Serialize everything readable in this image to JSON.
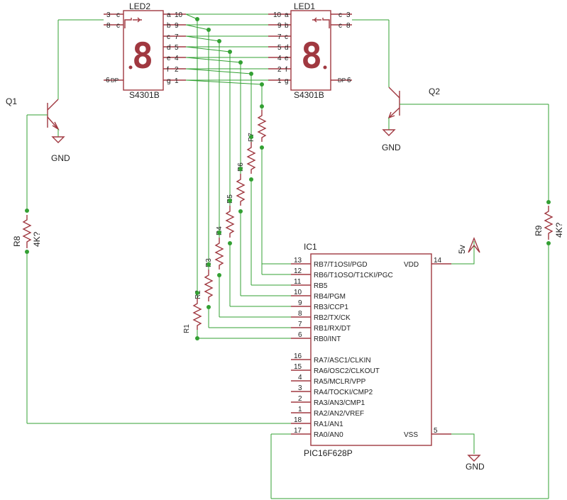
{
  "ic": {
    "ref": "IC1",
    "part": "PIC16F628P",
    "pins": [
      {
        "num": "13",
        "name": "RB7/T1OSI/PGD"
      },
      {
        "num": "12",
        "name": "RB6/T1OSO/T1CKI/PGC"
      },
      {
        "num": "11",
        "name": "RB5"
      },
      {
        "num": "10",
        "name": "RB4/PGM"
      },
      {
        "num": "9",
        "name": "RB3/CCP1"
      },
      {
        "num": "8",
        "name": "RB2/TX/CK"
      },
      {
        "num": "7",
        "name": "RB1/RX/DT"
      },
      {
        "num": "6",
        "name": "RB0/INT"
      },
      {
        "num": "16",
        "name": "RA7/ASC1/CLKIN"
      },
      {
        "num": "15",
        "name": "RA6/OSC2/CLKOUT"
      },
      {
        "num": "4",
        "name": "RA5/MCLR/VPP"
      },
      {
        "num": "3",
        "name": "RA4/TOCKI/CMP2"
      },
      {
        "num": "2",
        "name": "RA3/AN3/CMP1"
      },
      {
        "num": "1",
        "name": "RA2/AN2/VREF"
      },
      {
        "num": "18",
        "name": "RA1/AN1"
      },
      {
        "num": "17",
        "name": "RA0/AN0"
      }
    ],
    "vdd": {
      "num": "14",
      "name": "VDD"
    },
    "vss": {
      "num": "5",
      "name": "VSS"
    }
  },
  "led2": {
    "ref": "LED2",
    "part": "S4301B",
    "digit": "8",
    "left_pins": [
      {
        "num": "3",
        "name": "c"
      },
      {
        "num": "8",
        "name": "c"
      },
      {
        "num": "6",
        "name": "DP"
      }
    ],
    "right_pins": [
      {
        "num": "10",
        "name": "a"
      },
      {
        "num": "9",
        "name": "b"
      },
      {
        "num": "7",
        "name": "c"
      },
      {
        "num": "5",
        "name": "d"
      },
      {
        "num": "4",
        "name": "e"
      },
      {
        "num": "2",
        "name": "f"
      },
      {
        "num": "1",
        "name": "g"
      }
    ]
  },
  "led1": {
    "ref": "LED1",
    "part": "S4301B",
    "digit": "8",
    "left_pins": [
      {
        "num": "10",
        "name": "a"
      },
      {
        "num": "9",
        "name": "b"
      },
      {
        "num": "7",
        "name": "c"
      },
      {
        "num": "5",
        "name": "d"
      },
      {
        "num": "4",
        "name": "e"
      },
      {
        "num": "2",
        "name": "f"
      },
      {
        "num": "1",
        "name": "g"
      }
    ],
    "right_pins": [
      {
        "num": "3",
        "name": "c"
      },
      {
        "num": "8",
        "name": "c"
      },
      {
        "num": "6",
        "name": "DP"
      }
    ]
  },
  "transistors": [
    {
      "ref": "Q1"
    },
    {
      "ref": "Q2"
    }
  ],
  "resistors": [
    {
      "ref": "R1"
    },
    {
      "ref": "R2"
    },
    {
      "ref": "R3"
    },
    {
      "ref": "R4"
    },
    {
      "ref": "R5"
    },
    {
      "ref": "R6"
    },
    {
      "ref": "R7"
    },
    {
      "ref": "R8",
      "value": "4K?"
    },
    {
      "ref": "R9",
      "value": "4K?"
    }
  ],
  "power": {
    "gnd": "GND",
    "supply": "5v"
  }
}
